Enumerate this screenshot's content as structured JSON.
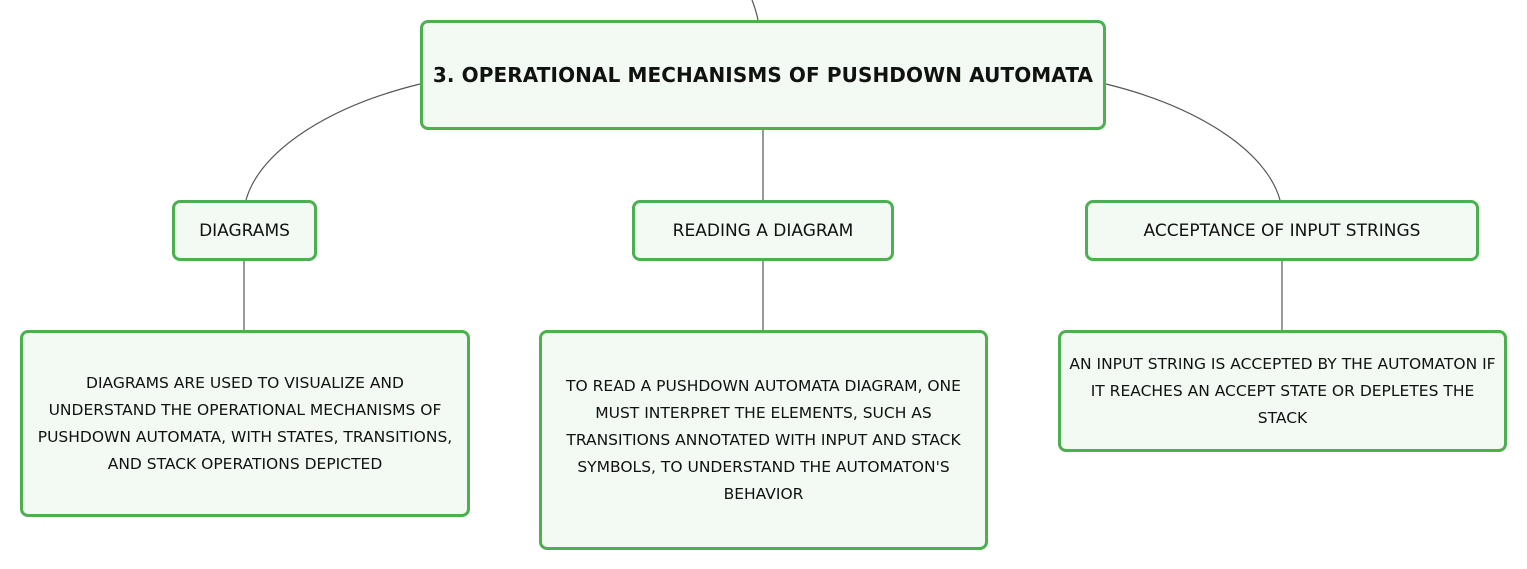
{
  "root": {
    "label": "3. OPERATIONAL MECHANISMS OF PUSHDOWN AUTOMATA"
  },
  "branches": [
    {
      "label": "DIAGRAMS",
      "detail": "DIAGRAMS ARE USED TO VISUALIZE AND UNDERSTAND THE OPERATIONAL MECHANISMS OF PUSHDOWN AUTOMATA, WITH STATES, TRANSITIONS, AND STACK OPERATIONS DEPICTED"
    },
    {
      "label": "READING A DIAGRAM",
      "detail": "TO READ A PUSHDOWN AUTOMATA DIAGRAM, ONE MUST INTERPRET THE ELEMENTS, SUCH AS TRANSITIONS ANNOTATED WITH INPUT AND STACK SYMBOLS, TO UNDERSTAND THE AUTOMATON'S BEHAVIOR"
    },
    {
      "label": "ACCEPTANCE OF INPUT STRINGS",
      "detail": "AN INPUT STRING IS ACCEPTED BY THE AUTOMATON IF IT REACHES AN ACCEPT STATE OR DEPLETES THE STACK"
    }
  ],
  "colors": {
    "node_border": "#4caf50",
    "node_fill": "#f3faf3",
    "connector": "#555555"
  }
}
